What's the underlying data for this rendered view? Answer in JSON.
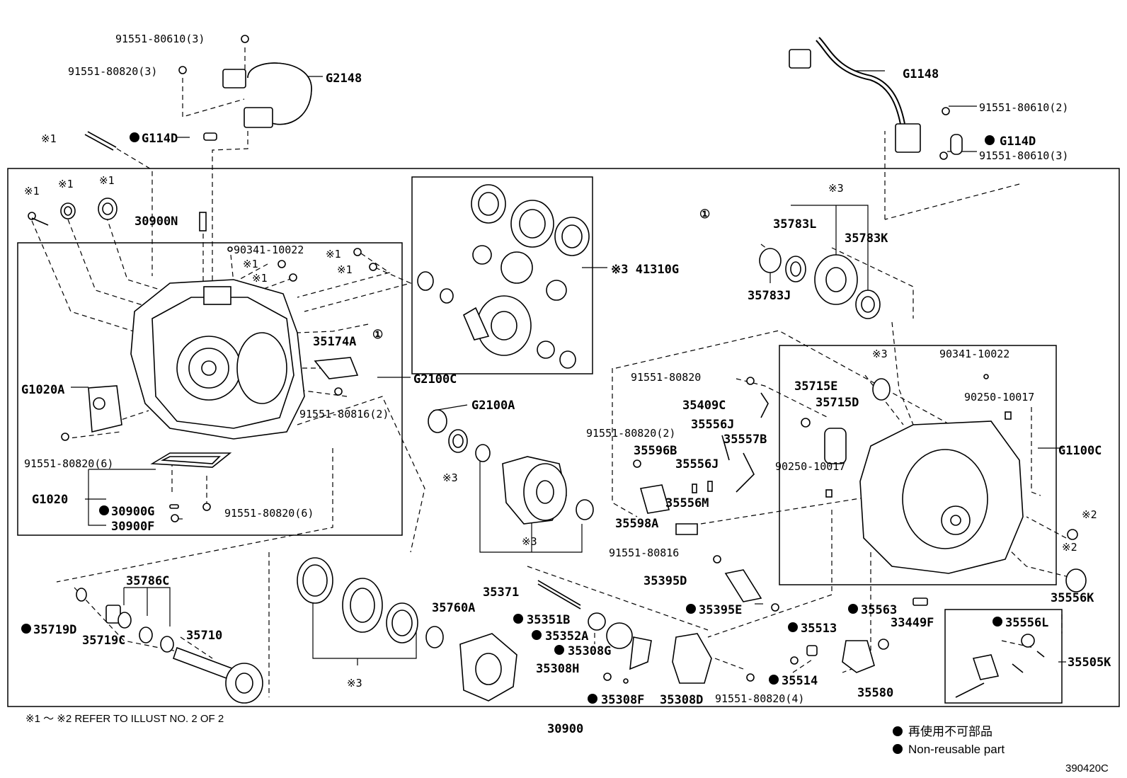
{
  "diagram": {
    "parts": [
      {
        "id": "p1",
        "label": "91551-80610(3)"
      },
      {
        "id": "p2",
        "label": "91551-80820(3)"
      },
      {
        "id": "p3",
        "label": "G2148"
      },
      {
        "id": "p4",
        "label": "※1"
      },
      {
        "id": "p5",
        "label": "G114D",
        "nonreusable": true
      },
      {
        "id": "p6",
        "label": "※1"
      },
      {
        "id": "p7",
        "label": "※1"
      },
      {
        "id": "p8",
        "label": "※1"
      },
      {
        "id": "p9",
        "label": "30900N"
      },
      {
        "id": "p10",
        "label": "90341-10022"
      },
      {
        "id": "p11",
        "label": "※1"
      },
      {
        "id": "p12",
        "label": "※1"
      },
      {
        "id": "p13",
        "label": "※1"
      },
      {
        "id": "p14",
        "label": "※1"
      },
      {
        "id": "p15",
        "label": "35174A"
      },
      {
        "id": "p16",
        "label": "①"
      },
      {
        "id": "p17",
        "label": "G1020A"
      },
      {
        "id": "p18",
        "label": "91551-80816(2)"
      },
      {
        "id": "p19",
        "label": "G2100C"
      },
      {
        "id": "p20",
        "label": "91551-80820(6)"
      },
      {
        "id": "p21",
        "label": "G1020"
      },
      {
        "id": "p22",
        "label": "30900G",
        "nonreusable": true
      },
      {
        "id": "p23",
        "label": "91551-80820(6)"
      },
      {
        "id": "p24",
        "label": "30900F"
      },
      {
        "id": "p25",
        "label": "※3 41310G"
      },
      {
        "id": "p26",
        "label": "G2100A"
      },
      {
        "id": "p27",
        "label": "※3"
      },
      {
        "id": "p28",
        "label": "※3"
      },
      {
        "id": "p29",
        "label": "G1148"
      },
      {
        "id": "p30",
        "label": "91551-80610(2)"
      },
      {
        "id": "p31",
        "label": "G114D",
        "nonreusable": true
      },
      {
        "id": "p32",
        "label": "91551-80610(3)"
      },
      {
        "id": "p33",
        "label": "※3"
      },
      {
        "id": "p34",
        "label": "①"
      },
      {
        "id": "p35",
        "label": "35783L"
      },
      {
        "id": "p36",
        "label": "35783K"
      },
      {
        "id": "p37",
        "label": "35783J"
      },
      {
        "id": "p38",
        "label": "※3"
      },
      {
        "id": "p39",
        "label": "90341-10022"
      },
      {
        "id": "p40",
        "label": "91551-80820"
      },
      {
        "id": "p41",
        "label": "35715E"
      },
      {
        "id": "p42",
        "label": "35409C"
      },
      {
        "id": "p43",
        "label": "35715D"
      },
      {
        "id": "p44",
        "label": "90250-10017"
      },
      {
        "id": "p45",
        "label": "35556J"
      },
      {
        "id": "p46",
        "label": "91551-80820(2)"
      },
      {
        "id": "p47",
        "label": "35557B"
      },
      {
        "id": "p48",
        "label": "35596B"
      },
      {
        "id": "p49",
        "label": "G1100C"
      },
      {
        "id": "p50",
        "label": "35556J"
      },
      {
        "id": "p51",
        "label": "90250-10017"
      },
      {
        "id": "p52",
        "label": "35556M"
      },
      {
        "id": "p53",
        "label": "35598A"
      },
      {
        "id": "p54",
        "label": "※2"
      },
      {
        "id": "p55",
        "label": "91551-80816"
      },
      {
        "id": "p56",
        "label": "※2"
      },
      {
        "id": "p57",
        "label": "35395D"
      },
      {
        "id": "p58",
        "label": "35556K"
      },
      {
        "id": "p59",
        "label": "35786C"
      },
      {
        "id": "p60",
        "label": "35760A"
      },
      {
        "id": "p61",
        "label": "35371"
      },
      {
        "id": "p62",
        "label": "35395E",
        "nonreusable": true
      },
      {
        "id": "p63",
        "label": "35563",
        "nonreusable": true
      },
      {
        "id": "p64",
        "label": "33449F"
      },
      {
        "id": "p65",
        "label": "35719D",
        "nonreusable": true
      },
      {
        "id": "p66",
        "label": "35351B",
        "nonreusable": true
      },
      {
        "id": "p67",
        "label": "35513",
        "nonreusable": true
      },
      {
        "id": "p68",
        "label": "35556L",
        "nonreusable": true
      },
      {
        "id": "p69",
        "label": "35719C"
      },
      {
        "id": "p70",
        "label": "35352A",
        "nonreusable": true
      },
      {
        "id": "p71",
        "label": "35710"
      },
      {
        "id": "p72",
        "label": "35308G",
        "nonreusable": true
      },
      {
        "id": "p73",
        "label": "35505K"
      },
      {
        "id": "p74",
        "label": "35308H"
      },
      {
        "id": "p75",
        "label": "35514",
        "nonreusable": true
      },
      {
        "id": "p76",
        "label": "※3"
      },
      {
        "id": "p77",
        "label": "35308F",
        "nonreusable": true
      },
      {
        "id": "p78",
        "label": "35308D"
      },
      {
        "id": "p79",
        "label": "91551-80820(4)"
      },
      {
        "id": "p80",
        "label": "35580"
      },
      {
        "id": "p81",
        "label": "30900"
      }
    ]
  },
  "notes": {
    "refer": "※1 ～ ※2 REFER TO ILLUST NO. 2 OF 2",
    "legend_jp": "再使用不可部品",
    "legend_en": "Non-reusable part",
    "code": "390420C"
  }
}
